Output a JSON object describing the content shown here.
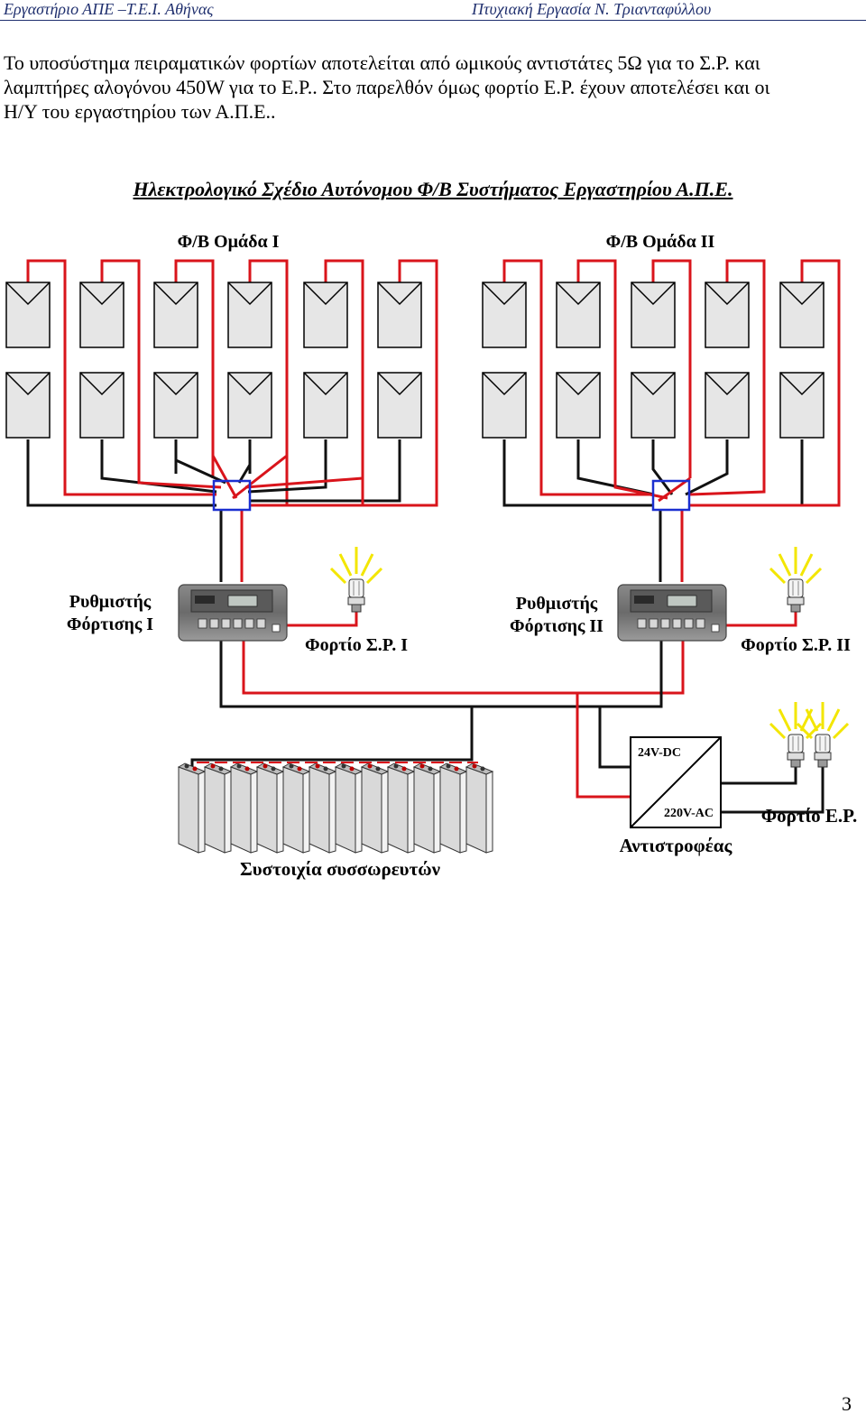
{
  "header": {
    "left": "Εργαστήριο ΑΠΕ –Τ.Ε.Ι. Αθήνας",
    "right": "Πτυχιακή Εργασία  Ν. Τριανταφύλλου"
  },
  "paragraph": [
    "Το υποσύστημα πειραματικών φορτίων αποτελείται από ωμικούς αντιστάτες 5Ω για το Σ.Ρ. και",
    "λαμπτήρες αλογόνου 450W για το Ε.Ρ.. Στο παρελθόν όμως φορτίο Ε.Ρ. έχουν αποτελέσει και οι",
    "Η/Υ του εργαστηρίου των Α.Π.Ε.."
  ],
  "diagram": {
    "title": "Ηλεκτρολογικό Σχέδιο Αυτόνομου Φ/Β Συστήματος Εργαστηρίου Α.Π.Ε.",
    "group1_label": "Φ/Β Ομάδα I",
    "group2_label": "Φ/Β Ομάδα II",
    "controller1_label": [
      "Ρυθμιστής",
      "Φόρτισης I"
    ],
    "controller2_label": [
      "Ρυθμιστής",
      "Φόρτισης II"
    ],
    "load_dc1_label": "Φορτίο Σ.Ρ. I",
    "load_dc2_label": "Φορτίο Σ.Ρ. II",
    "battery_label": "Συστοιχία συσσωρευτών",
    "inverter_input": "24V-DC",
    "inverter_output": "220V-AC",
    "inverter_label": "Αντιστροφέας",
    "load_ac_label": "Φορτίο Ε.Ρ.",
    "colors": {
      "positive_wire": "#d9141b",
      "negative_wire": "#111111",
      "junction_box": "#1b2fd0",
      "panel_fill": "#e6e6e6",
      "lamp_glow": "#f3e600"
    }
  },
  "page_number": "3"
}
